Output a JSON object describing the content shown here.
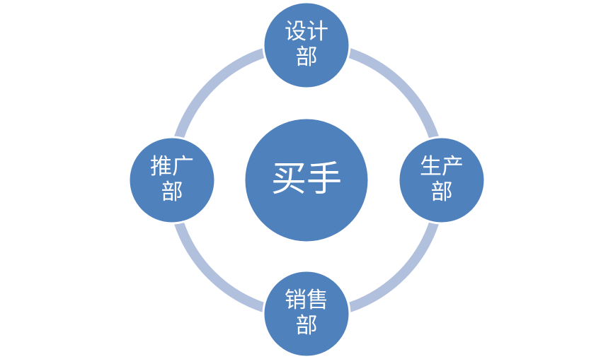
{
  "diagram": {
    "center": {
      "label": "买手"
    },
    "nodes": [
      {
        "id": "top",
        "lines": [
          "设计",
          "部"
        ]
      },
      {
        "id": "right",
        "lines": [
          "生产",
          "部"
        ]
      },
      {
        "id": "bottom",
        "lines": [
          "销售",
          "部"
        ]
      },
      {
        "id": "left",
        "lines": [
          "推广",
          "部"
        ]
      }
    ],
    "colors": {
      "ring": "#b1c0dd",
      "node_fill": "#4f81bd",
      "node_stroke": "#ffffff",
      "text": "#ffffff"
    }
  }
}
